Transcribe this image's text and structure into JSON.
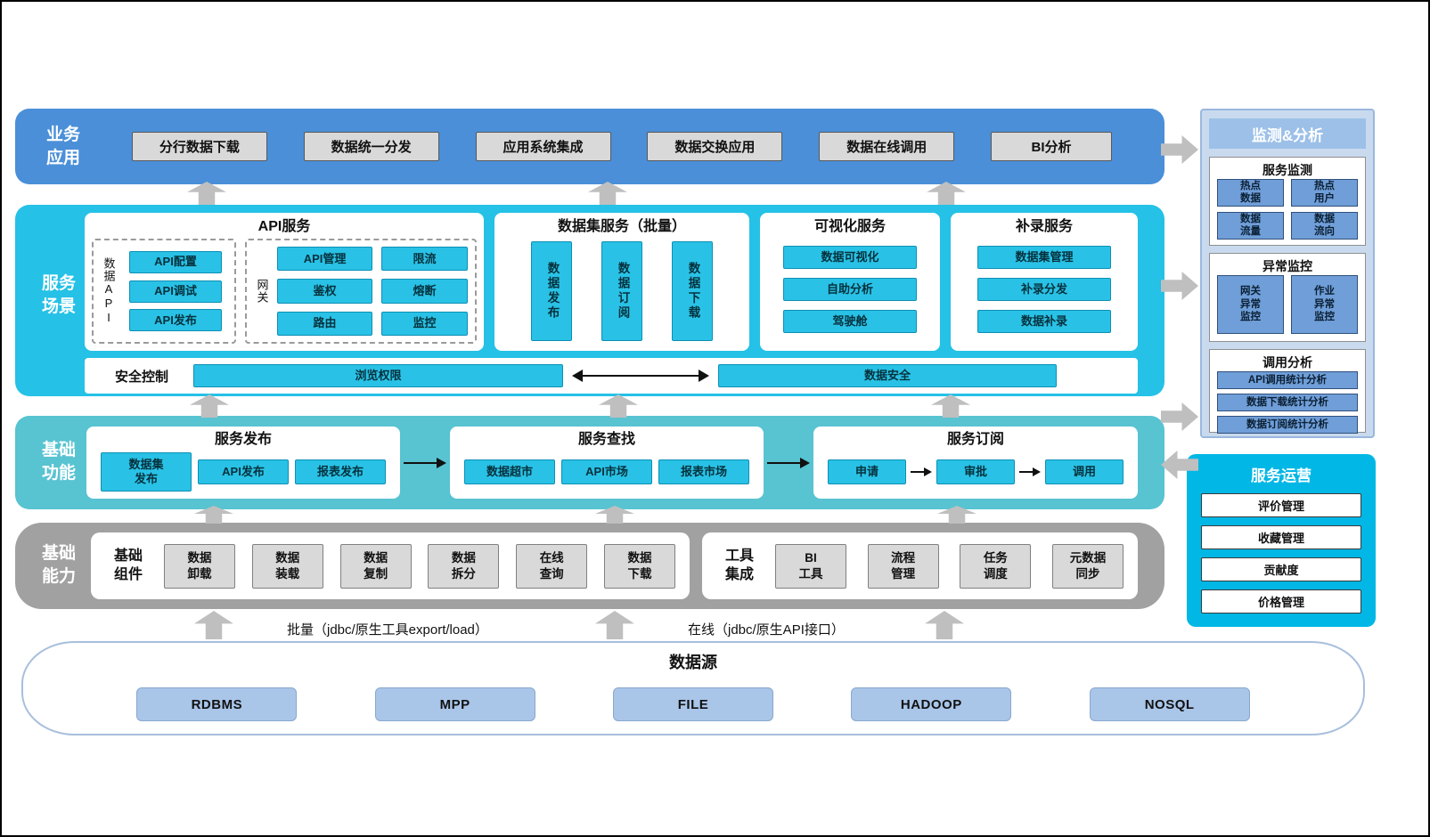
{
  "business": {
    "label": "业务\n应用",
    "items": [
      "分行数据下载",
      "数据统一分发",
      "应用系统集成",
      "数据交换应用",
      "数据在线调用",
      "BI分析"
    ]
  },
  "scene": {
    "label": "服务\n场景",
    "api": {
      "title": "API服务",
      "data_api_label": "数据API",
      "data_api_items": [
        "API配置",
        "API调试",
        "API发布"
      ],
      "gateway_label": "网关",
      "gateway_items": [
        "API管理",
        "限流",
        "鉴权",
        "熔断",
        "路由",
        "监控"
      ]
    },
    "dataset": {
      "title": "数据集服务（批量）",
      "items": [
        "数据发布",
        "数据订阅",
        "数据下载"
      ]
    },
    "visual": {
      "title": "可视化服务",
      "items": [
        "数据可视化",
        "自助分析",
        "驾驶舱"
      ]
    },
    "supplement": {
      "title": "补录服务",
      "items": [
        "数据集管理",
        "补录分发",
        "数据补录"
      ]
    },
    "security": {
      "label": "安全控制",
      "left": "浏览权限",
      "right": "数据安全"
    }
  },
  "functions": {
    "label": "基础\n功能",
    "publish": {
      "title": "服务发布",
      "items": [
        "数据集\n发布",
        "API发布",
        "报表发布"
      ]
    },
    "search": {
      "title": "服务查找",
      "items": [
        "数据超市",
        "API市场",
        "报表市场"
      ]
    },
    "subscribe": {
      "title": "服务订阅",
      "items": [
        "申请",
        "审批",
        "调用"
      ]
    }
  },
  "capability": {
    "label": "基础\n能力",
    "components": {
      "label": "基础\n组件",
      "items": [
        "数据\n卸载",
        "数据\n装载",
        "数据\n复制",
        "数据\n拆分",
        "在线\n查询",
        "数据\n下载"
      ]
    },
    "tools": {
      "label": "工具\n集成",
      "items": [
        "BI\n工具",
        "流程\n管理",
        "任务\n调度",
        "元数据\n同步"
      ]
    }
  },
  "channels": {
    "batch": "批量（jdbc/原生工具export/load）",
    "online": "在线（jdbc/原生API接口）"
  },
  "datasource": {
    "title": "数据源",
    "items": [
      "RDBMS",
      "MPP",
      "FILE",
      "HADOOP",
      "NOSQL"
    ]
  },
  "monitor": {
    "title": "监测&分析",
    "service_monitor": {
      "title": "服务监测",
      "items": [
        "热点\n数据",
        "热点\n用户",
        "数据\n流量",
        "数据\n流向"
      ]
    },
    "exception": {
      "title": "异常监控",
      "items": [
        "网关\n异常\n监控",
        "作业\n异常\n监控"
      ]
    },
    "analysis": {
      "title": "调用分析",
      "items": [
        "API调用统计分析",
        "数据下载统计分析",
        "数据订阅统计分析"
      ]
    }
  },
  "operation": {
    "title": "服务运营",
    "items": [
      "评价管理",
      "收藏管理",
      "贡献度",
      "价格管理"
    ]
  },
  "colors": {
    "business_band": "#4a8fd8",
    "scene_band": "#25c1e6",
    "function_band": "#58c3d1",
    "capability_band": "#a1a1a1",
    "node_gray": "#d9d9d9",
    "node_cyan": "#29c2e6",
    "node_blue": "#6f9ed8",
    "datasource_node": "#a9c6e9",
    "monitor_panel": "#c9daee",
    "monitor_header": "#9cc0e8",
    "operation_panel": "#00b7e5",
    "arrow_gray": "#bfbfbf"
  }
}
